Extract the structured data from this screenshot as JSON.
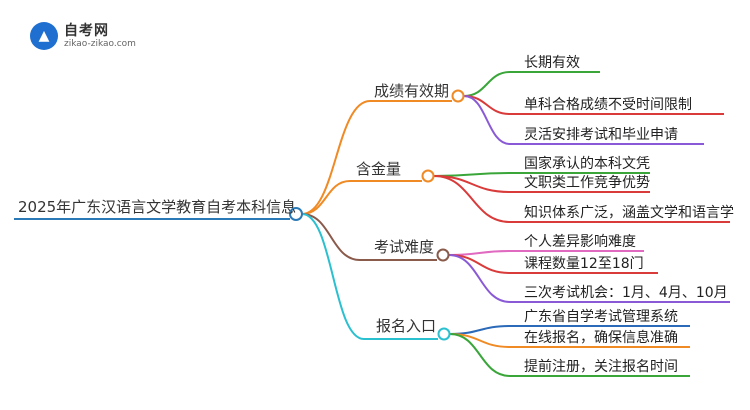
{
  "logo": {
    "name": "自考网",
    "url": "zikao-zikao.com",
    "icon": "graduation-cap-icon",
    "brand_color": "#1e6fd0"
  },
  "root": {
    "label": "2025年广东汉语言文学教育自考本科信息",
    "color": "#2a7ab8"
  },
  "branches": [
    {
      "label": "成绩有效期",
      "color": "#f08a24",
      "children": [
        {
          "label": "长期有效",
          "color": "#3aa63a"
        },
        {
          "label": "单科合格成绩不受时间限制",
          "color": "#d93a3a"
        },
        {
          "label": "灵活安排考试和毕业申请",
          "color": "#8a5ad6"
        }
      ]
    },
    {
      "label": "含金量",
      "color": "#f08a24",
      "children": [
        {
          "label": "国家承认的本科文凭",
          "color": "#3aa63a"
        },
        {
          "label": "文职类工作竞争优势",
          "color": "#d93a3a"
        },
        {
          "label": "知识体系广泛，涵盖文学和语言学",
          "color": "#d93a3a"
        }
      ]
    },
    {
      "label": "考试难度",
      "color": "#8a5a4a",
      "children": [
        {
          "label": "个人差异影响难度",
          "color": "#e06ac0"
        },
        {
          "label": "课程数量12至18门",
          "color": "#d93a3a"
        },
        {
          "label": "三次考试机会：1月、4月、10月",
          "color": "#8a5ad6"
        }
      ]
    },
    {
      "label": "报名入口",
      "color": "#2bc0d0",
      "children": [
        {
          "label": "广东省自学考试管理系统",
          "color": "#2a6ab8"
        },
        {
          "label": "在线报名，确保信息准确",
          "color": "#f08a24"
        },
        {
          "label": "提前注册，关注报名时间",
          "color": "#3aa63a"
        }
      ]
    }
  ]
}
